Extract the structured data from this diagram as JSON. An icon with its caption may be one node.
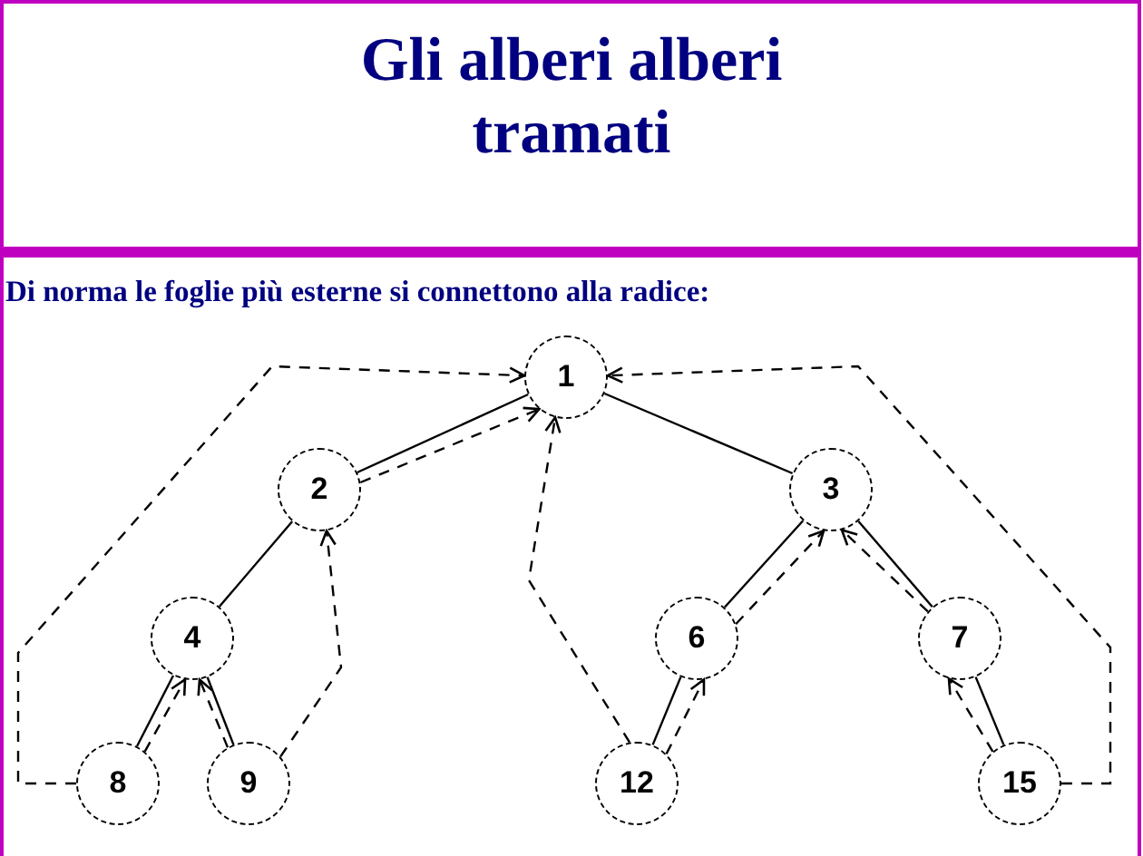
{
  "diagram": {
    "title": "Gli alberi alberi tramati",
    "nodes": [
      {
        "text": [
          "1"
        ]
      },
      {
        "text": [
          "2"
        ]
      },
      {
        "text": [
          "3"
        ]
      },
      {
        "text": [
          "4"
        ]
      },
      {
        "text": [
          "6"
        ]
      },
      {
        "text": [
          "7"
        ]
      },
      {
        "text": [
          "8"
        ]
      },
      {
        "text": [
          "9"
        ]
      },
      {
        "text": [
          "12"
        ]
      },
      {
        "text": [
          "15"
        ]
      }
    ],
    "edges": [
      {
        "from": 0,
        "to": 1,
        "arrow": "none"
      },
      {
        "from": 0,
        "to": 2,
        "arrow": "none"
      },
      {
        "from": 1,
        "to": 3,
        "arrow": "none"
      },
      {
        "from": 2,
        "to": 4,
        "arrow": "none"
      },
      {
        "from": 2,
        "to": 5,
        "arrow": "none"
      },
      {
        "from": 3,
        "to": 6,
        "arrow": "none"
      },
      {
        "from": 3,
        "to": 7,
        "arrow": "none"
      },
      {
        "from": 4,
        "to": 8,
        "arrow": "none"
      },
      {
        "from": 5,
        "to": 9,
        "arrow": "none"
      },
      {
        "from": 6,
        "to": 0,
        "arrow": "to",
        "style": "dashed"
      },
      {
        "from": 1,
        "to": 0,
        "arrow": "to",
        "style": "dashed"
      },
      {
        "from": 8,
        "to": 0,
        "arrow": "to",
        "style": "dashed"
      },
      {
        "from": 7,
        "to": 1,
        "arrow": "to",
        "style": "dashed"
      },
      {
        "from": 6,
        "to": 3,
        "arrow": "to",
        "style": "dashed"
      },
      {
        "from": 7,
        "to": 3,
        "arrow": "to",
        "style": "dashed"
      },
      {
        "from": 8,
        "to": 4,
        "arrow": "to",
        "style": "dashed"
      },
      {
        "from": 4,
        "to": 2,
        "arrow": "to",
        "style": "dashed"
      },
      {
        "from": 5,
        "to": 2,
        "arrow": "to",
        "style": "dashed"
      },
      {
        "from": 9,
        "to": 5,
        "arrow": "to",
        "style": "dashed"
      },
      {
        "from": 9,
        "to": 0,
        "arrow": "to",
        "style": "dashed"
      }
    ],
    "labels": [
      "Di norma le foglie più esterne si connettono alla radice:"
    ]
  }
}
